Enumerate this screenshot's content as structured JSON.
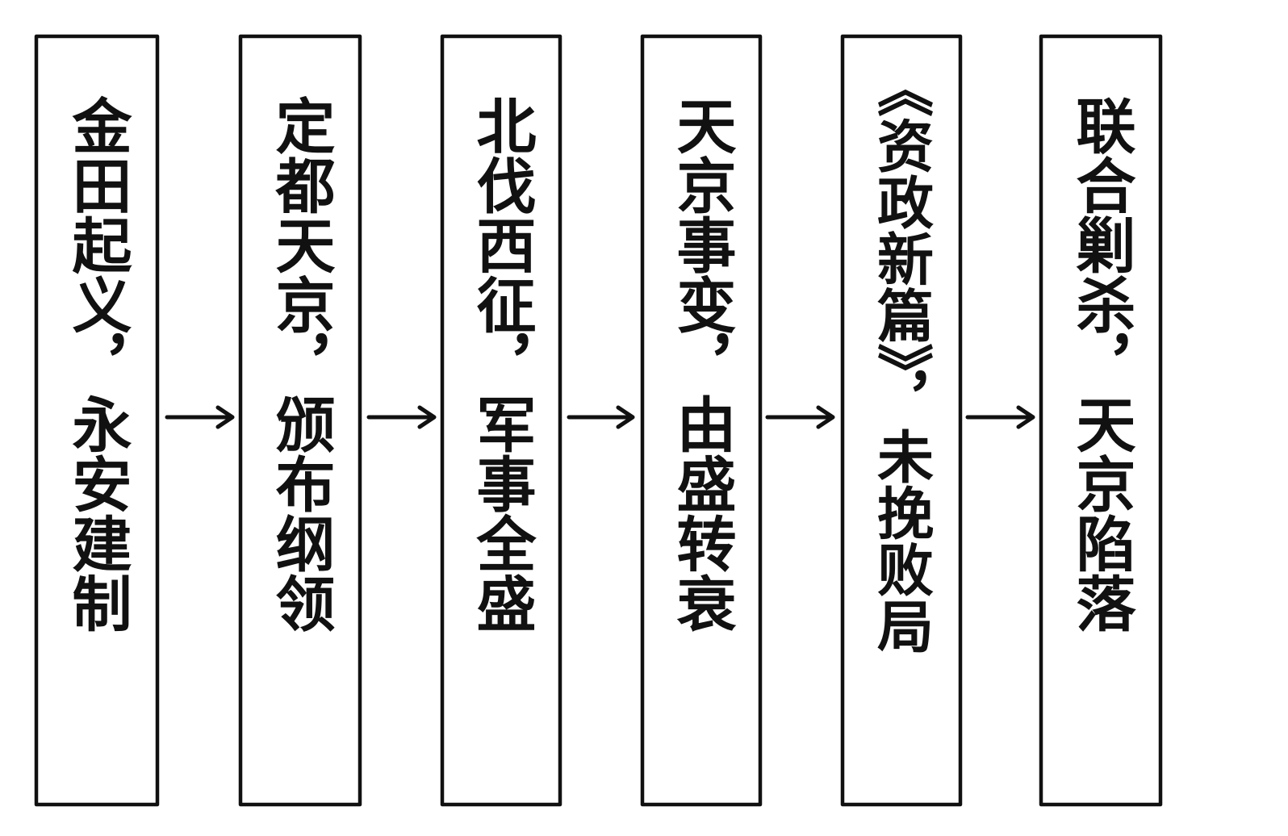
{
  "diagram": {
    "stages": [
      {
        "id": "s1",
        "text": "金田起义，永安建制"
      },
      {
        "id": "s2",
        "text": "定都天京，颁布纲领"
      },
      {
        "id": "s3",
        "text": "北伐西征，军事全盛"
      },
      {
        "id": "s4",
        "text": "天京事变，由盛转衰"
      },
      {
        "id": "s5",
        "text": "《资政新篇》，未挽败局"
      },
      {
        "id": "s6",
        "text": "联合剿杀，天京陷落"
      }
    ],
    "arrows": [
      {
        "from": "s1",
        "to": "s2"
      },
      {
        "from": "s2",
        "to": "s3"
      },
      {
        "from": "s3",
        "to": "s4"
      },
      {
        "from": "s4",
        "to": "s5"
      },
      {
        "from": "s5",
        "to": "s6"
      }
    ]
  }
}
